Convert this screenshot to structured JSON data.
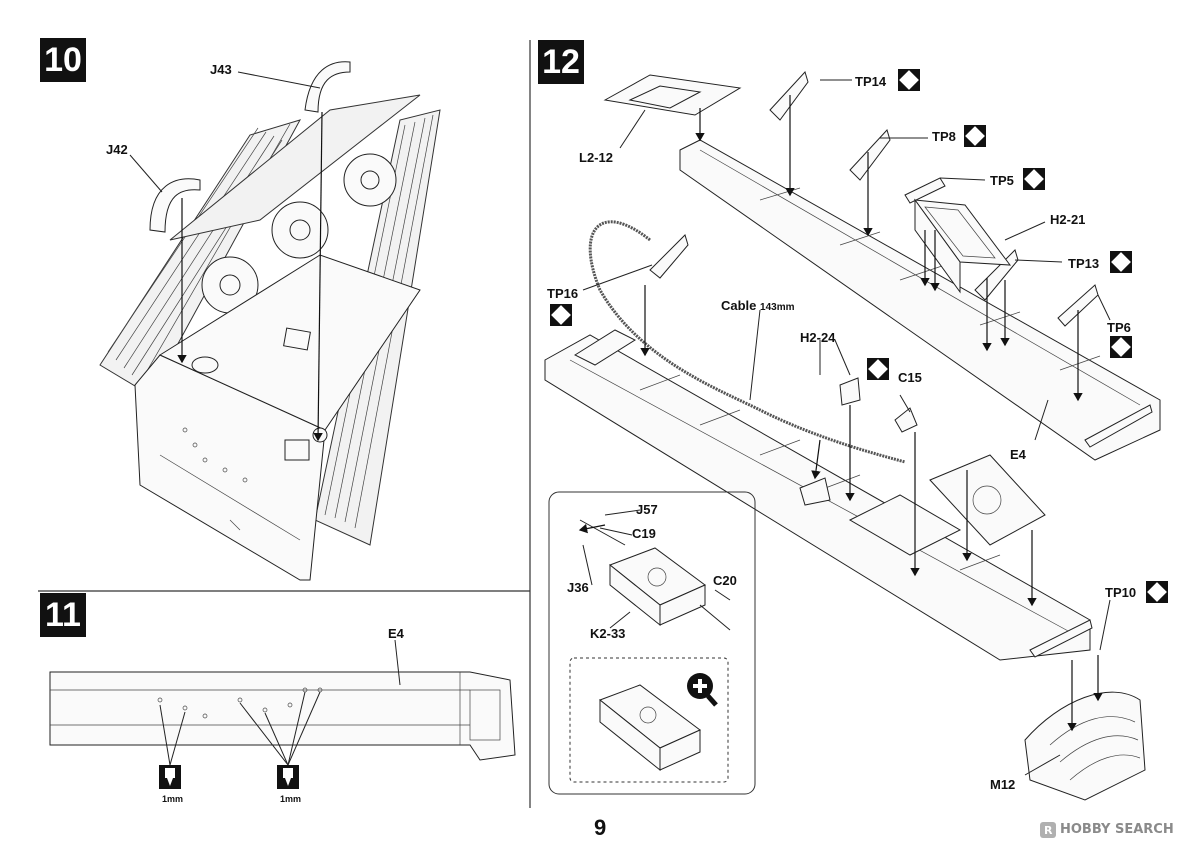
{
  "steps": {
    "s10": "10",
    "s11": "11",
    "s12": "12"
  },
  "step10": {
    "labels": {
      "j43": "J43",
      "j42": "J42"
    }
  },
  "step11": {
    "labels": {
      "e4": "E4",
      "drill1": "1mm",
      "drill2": "1mm"
    },
    "icons": [
      "drill-icon",
      "drill-icon"
    ]
  },
  "step12": {
    "labels": {
      "tp14": "TP14",
      "tp8": "TP8",
      "tp5": "TP5",
      "h2_21": "H2-21",
      "tp13": "TP13",
      "tp6": "TP6",
      "l2_12": "L2-12",
      "tp16": "TP16",
      "cable": "Cable",
      "cable_len": "143mm",
      "h2_24": "H2-24",
      "c15": "C15",
      "e4": "E4",
      "tp10": "TP10",
      "m12": "M12"
    },
    "inset": {
      "j57": "J57",
      "c19": "C19",
      "j36": "J36",
      "c20": "C20",
      "k2_33": "K2-33",
      "zoom_icon": "magnify-plus-icon"
    }
  },
  "footer": {
    "page_number": "9",
    "watermark": "HOBBY SEARCH"
  }
}
